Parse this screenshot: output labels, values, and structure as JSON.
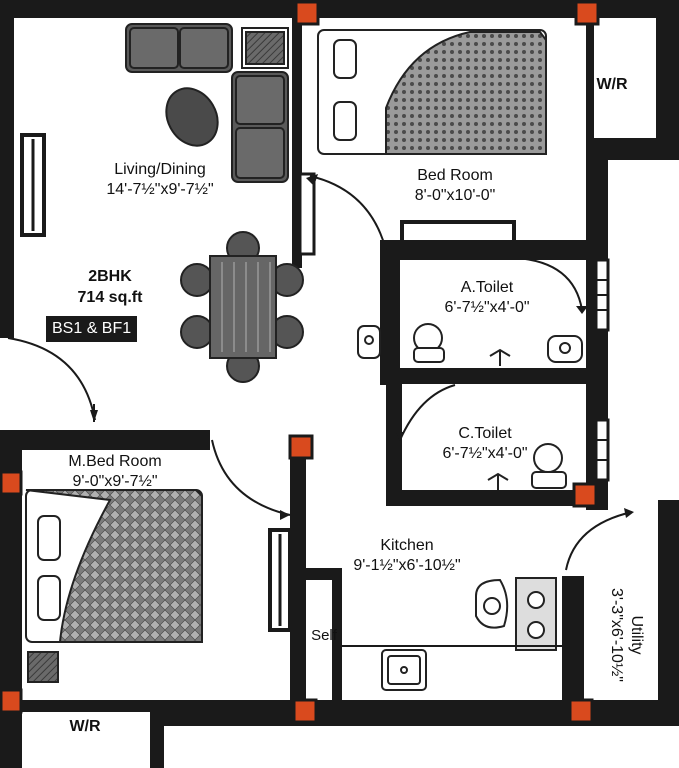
{
  "plan": {
    "unit_type": "2BHK",
    "area": "714 sq.ft",
    "blocks": "BS1 & BF1"
  },
  "rooms": {
    "living": {
      "name": "Living/Dining",
      "size": "14'-7½\"x9'-7½\""
    },
    "bedroom": {
      "name": "Bed Room",
      "size": "8'-0\"x10'-0\""
    },
    "attached_toilet": {
      "name": "A.Toilet",
      "size": "6'-7½\"x4'-0\""
    },
    "common_toilet": {
      "name": "C.Toilet",
      "size": "6'-7½\"x4'-0\""
    },
    "master_bedroom": {
      "name": "M.Bed Room",
      "size": "9'-0\"x9'-7½\""
    },
    "kitchen": {
      "name": "Kitchen",
      "size": "9'-1½\"x6'-10½\""
    },
    "utility": {
      "name": "Utility",
      "size": "3'-3\"x6'-10½\""
    },
    "wardrobe_top": {
      "name": "W/R"
    },
    "wardrobe_bottom": {
      "name": "W/R"
    },
    "self": {
      "name": "Self"
    }
  },
  "colors": {
    "wall": "#1a1a1a",
    "column": "#d94a1e",
    "furniture": "#555555",
    "furniture_light": "#8a8a8a",
    "background": "#ffffff"
  }
}
